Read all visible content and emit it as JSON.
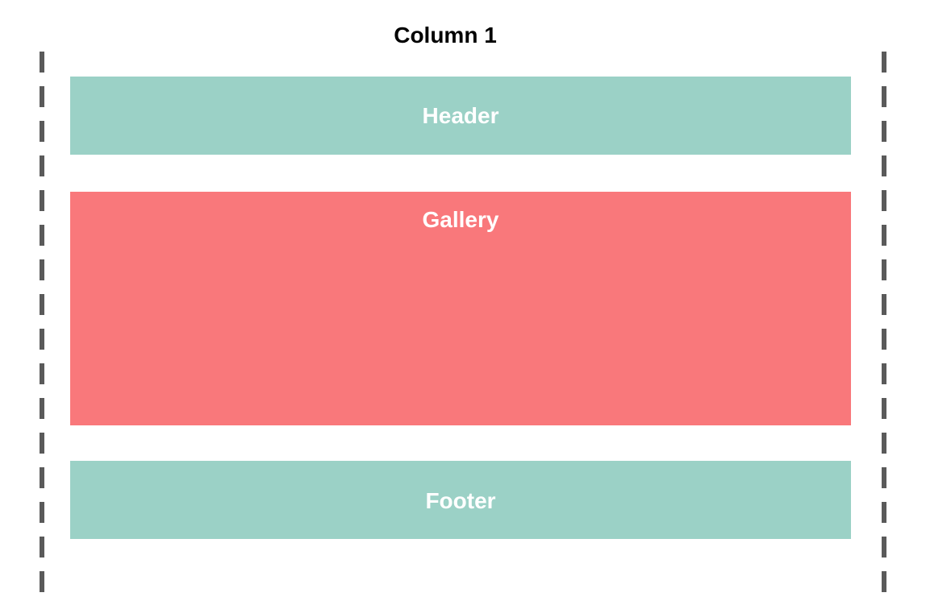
{
  "diagram": {
    "column_title": "Column 1",
    "guide_color": "#5a5a5a",
    "blocks": {
      "header": {
        "label": "Header",
        "color": "#9bd1c6"
      },
      "gallery": {
        "label": "Gallery",
        "color": "#f9787b"
      },
      "footer": {
        "label": "Footer",
        "color": "#9bd1c6"
      }
    }
  }
}
